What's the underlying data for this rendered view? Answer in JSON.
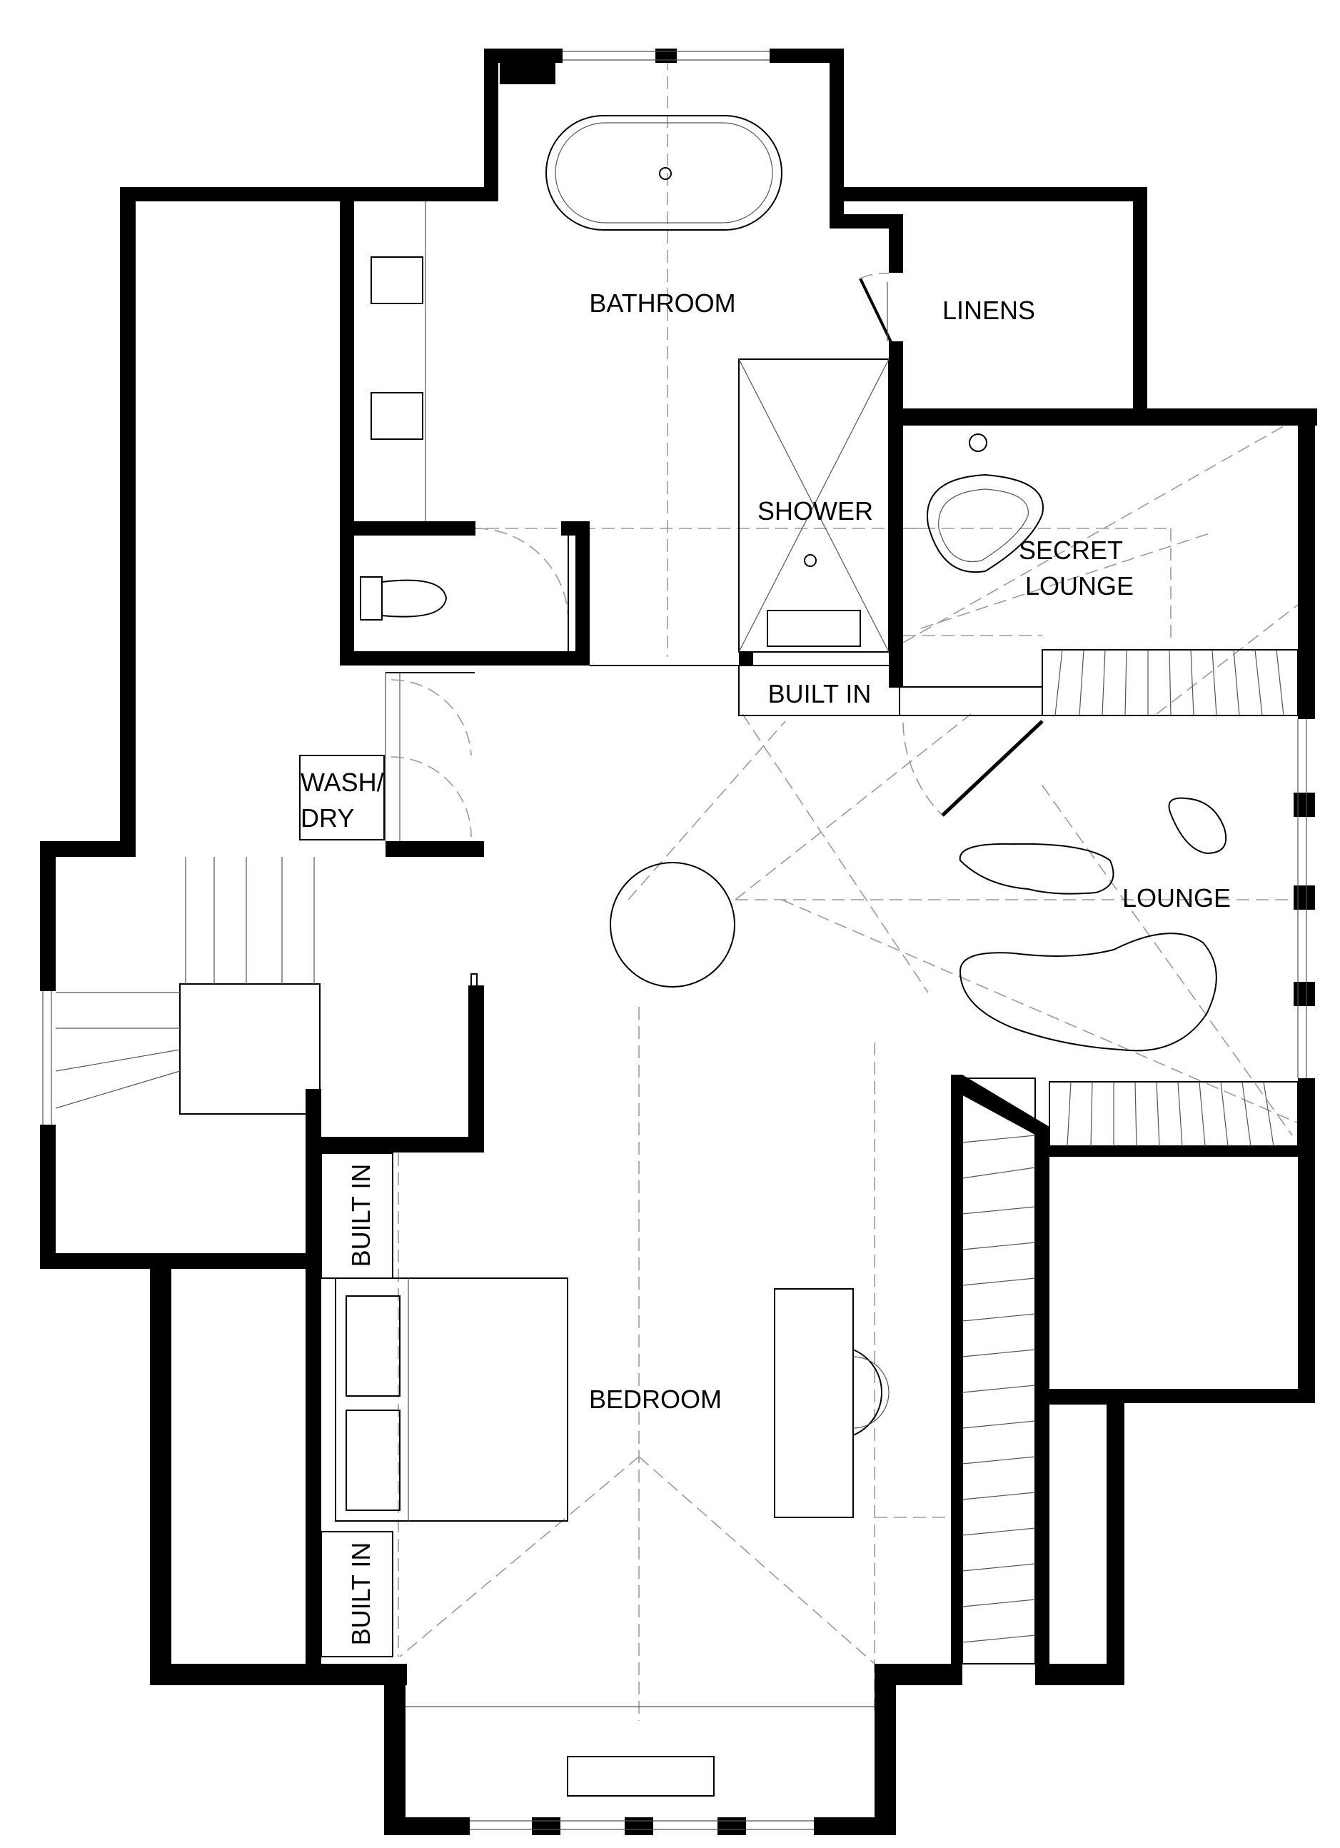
{
  "rooms": {
    "bathroom": "BATHROOM",
    "linens": "LINENS",
    "shower": "SHOWER",
    "secret_lounge_1": "SECRET",
    "secret_lounge_2": "LOUNGE",
    "built_in_bath": "BUILT IN",
    "wash_dry_1": "WASH/",
    "wash_dry_2": "DRY",
    "lounge": "LOUNGE",
    "bedroom": "BEDROOM",
    "built_in_bed_top": "BUILT IN",
    "built_in_bed_bottom": "BUILT IN"
  }
}
